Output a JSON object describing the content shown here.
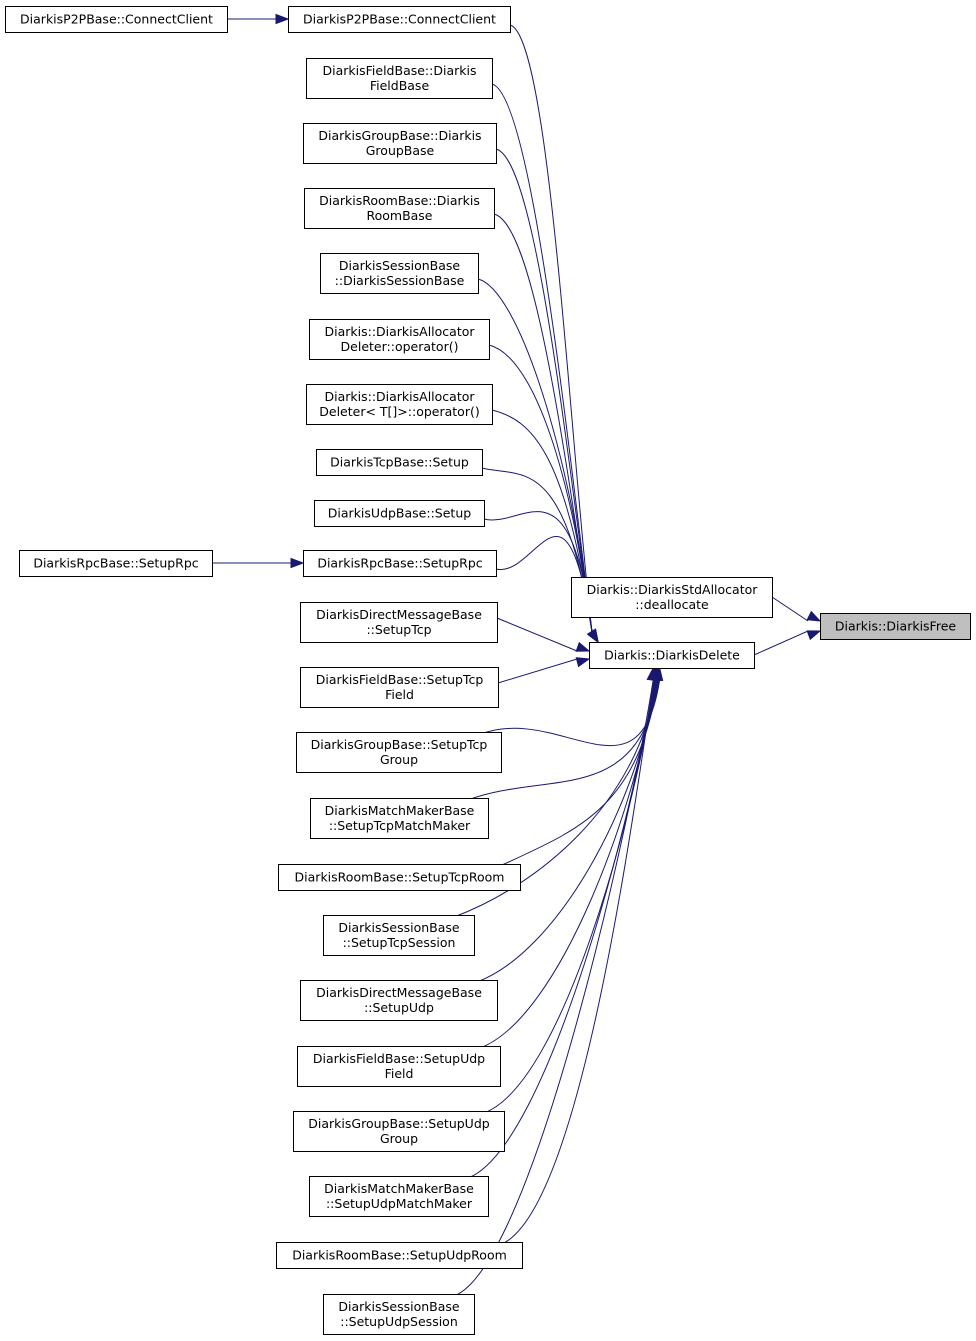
{
  "nodes": {
    "diarkis_free": {
      "lines": [
        "Diarkis::DiarkisFree"
      ],
      "highlighted": true
    },
    "std_allocator_deallocate": {
      "lines": [
        "Diarkis::DiarkisStdAllocator",
        "::deallocate"
      ]
    },
    "diarkis_delete": {
      "lines": [
        "Diarkis::DiarkisDelete"
      ]
    },
    "p2p_connect_client_left": {
      "lines": [
        "DiarkisP2PBase::ConnectClient"
      ]
    },
    "p2p_connect_client": {
      "lines": [
        "DiarkisP2PBase::ConnectClient"
      ]
    },
    "field_base_ctor": {
      "lines": [
        "DiarkisFieldBase::Diarkis",
        "FieldBase"
      ]
    },
    "group_base_ctor": {
      "lines": [
        "DiarkisGroupBase::Diarkis",
        "GroupBase"
      ]
    },
    "room_base_ctor": {
      "lines": [
        "DiarkisRoomBase::Diarkis",
        "RoomBase"
      ]
    },
    "session_base_ctor": {
      "lines": [
        "DiarkisSessionBase",
        "::DiarkisSessionBase"
      ]
    },
    "allocator_deleter_op": {
      "lines": [
        "Diarkis::DiarkisAllocator",
        "Deleter::operator()"
      ]
    },
    "allocator_deleter_array_op": {
      "lines": [
        "Diarkis::DiarkisAllocator",
        "Deleter< T[]>::operator()"
      ]
    },
    "tcp_base_setup": {
      "lines": [
        "DiarkisTcpBase::Setup"
      ]
    },
    "udp_base_setup": {
      "lines": [
        "DiarkisUdpBase::Setup"
      ]
    },
    "rpc_setup_left": {
      "lines": [
        "DiarkisRpcBase::SetupRpc"
      ]
    },
    "rpc_setup": {
      "lines": [
        "DiarkisRpcBase::SetupRpc"
      ]
    },
    "dm_setup_tcp": {
      "lines": [
        "DiarkisDirectMessageBase",
        "::SetupTcp"
      ]
    },
    "field_setup_tcp": {
      "lines": [
        "DiarkisFieldBase::SetupTcp",
        "Field"
      ]
    },
    "group_setup_tcp": {
      "lines": [
        "DiarkisGroupBase::SetupTcp",
        "Group"
      ]
    },
    "mm_setup_tcp": {
      "lines": [
        "DiarkisMatchMakerBase",
        "::SetupTcpMatchMaker"
      ]
    },
    "room_setup_tcp": {
      "lines": [
        "DiarkisRoomBase::SetupTcpRoom"
      ]
    },
    "session_setup_tcp": {
      "lines": [
        "DiarkisSessionBase",
        "::SetupTcpSession"
      ]
    },
    "dm_setup_udp": {
      "lines": [
        "DiarkisDirectMessageBase",
        "::SetupUdp"
      ]
    },
    "field_setup_udp": {
      "lines": [
        "DiarkisFieldBase::SetupUdp",
        "Field"
      ]
    },
    "group_setup_udp": {
      "lines": [
        "DiarkisGroupBase::SetupUdp",
        "Group"
      ]
    },
    "mm_setup_udp": {
      "lines": [
        "DiarkisMatchMakerBase",
        "::SetupUdpMatchMaker"
      ]
    },
    "room_setup_udp": {
      "lines": [
        "DiarkisRoomBase::SetupUdpRoom"
      ]
    },
    "session_setup_udp": {
      "lines": [
        "DiarkisSessionBase",
        "::SetupUdpSession"
      ]
    }
  },
  "edges": [
    {
      "from": "std_allocator_deallocate",
      "to": "diarkis_free"
    },
    {
      "from": "diarkis_delete",
      "to": "diarkis_free"
    },
    {
      "from": "p2p_connect_client",
      "to": "p2p_connect_client_left"
    },
    {
      "from": "rpc_setup",
      "to": "rpc_setup_left"
    },
    {
      "from": "p2p_connect_client",
      "to": "diarkis_delete"
    },
    {
      "from": "field_base_ctor",
      "to": "diarkis_delete"
    },
    {
      "from": "group_base_ctor",
      "to": "diarkis_delete"
    },
    {
      "from": "room_base_ctor",
      "to": "diarkis_delete"
    },
    {
      "from": "session_base_ctor",
      "to": "diarkis_delete"
    },
    {
      "from": "allocator_deleter_op",
      "to": "diarkis_delete"
    },
    {
      "from": "allocator_deleter_array_op",
      "to": "diarkis_delete"
    },
    {
      "from": "tcp_base_setup",
      "to": "diarkis_delete"
    },
    {
      "from": "udp_base_setup",
      "to": "diarkis_delete"
    },
    {
      "from": "rpc_setup",
      "to": "diarkis_delete"
    },
    {
      "from": "dm_setup_tcp",
      "to": "diarkis_delete"
    },
    {
      "from": "field_setup_tcp",
      "to": "diarkis_delete"
    },
    {
      "from": "group_setup_tcp",
      "to": "diarkis_delete"
    },
    {
      "from": "mm_setup_tcp",
      "to": "diarkis_delete"
    },
    {
      "from": "room_setup_tcp",
      "to": "diarkis_delete"
    },
    {
      "from": "session_setup_tcp",
      "to": "diarkis_delete"
    },
    {
      "from": "dm_setup_udp",
      "to": "diarkis_delete"
    },
    {
      "from": "field_setup_udp",
      "to": "diarkis_delete"
    },
    {
      "from": "group_setup_udp",
      "to": "diarkis_delete"
    },
    {
      "from": "mm_setup_udp",
      "to": "diarkis_delete"
    },
    {
      "from": "room_setup_udp",
      "to": "diarkis_delete"
    },
    {
      "from": "session_setup_udp",
      "to": "diarkis_delete"
    }
  ],
  "colors": {
    "edge": "#191970",
    "highlight_fill": "#bfbfbf",
    "node_border": "#000000"
  }
}
